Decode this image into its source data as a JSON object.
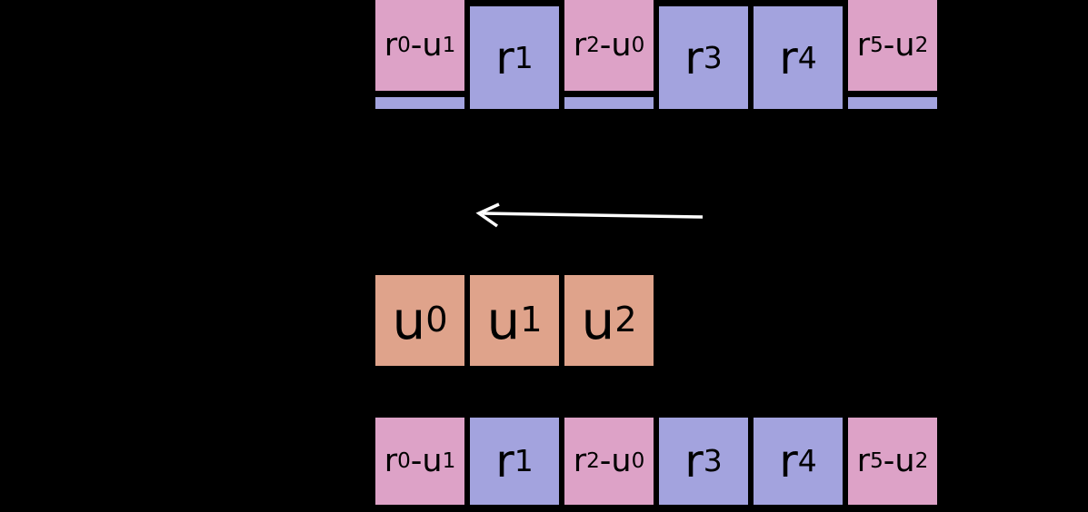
{
  "colors": {
    "background": "#000000",
    "pink": "#dda2c7",
    "purple": "#a3a3de",
    "salmon": "#dfa38b",
    "text": "#000000",
    "arrow": "#ffffff"
  },
  "top_row": {
    "cells": [
      {
        "type": "pink",
        "p1": "r",
        "s1": "0",
        "p2": "-u",
        "s2": "1",
        "underlay": true
      },
      {
        "type": "purple",
        "p1": "r",
        "s1": "1",
        "p2": "",
        "s2": "",
        "underlay": false
      },
      {
        "type": "pink",
        "p1": "r",
        "s1": "2",
        "p2": "-u",
        "s2": "0",
        "underlay": true
      },
      {
        "type": "purple",
        "p1": "r",
        "s1": "3",
        "p2": "",
        "s2": "",
        "underlay": false
      },
      {
        "type": "purple",
        "p1": "r",
        "s1": "4",
        "p2": "",
        "s2": "",
        "underlay": false
      },
      {
        "type": "pink",
        "p1": "r",
        "s1": "5",
        "p2": "-u",
        "s2": "2",
        "underlay": true
      }
    ]
  },
  "middle_row": {
    "cells": [
      {
        "type": "salmon",
        "p1": "u",
        "s1": "0"
      },
      {
        "type": "salmon",
        "p1": "u",
        "s1": "1"
      },
      {
        "type": "salmon",
        "p1": "u",
        "s1": "2"
      }
    ]
  },
  "bottom_row": {
    "cells": [
      {
        "type": "pink",
        "p1": "r",
        "s1": "0",
        "p2": "-u",
        "s2": "1"
      },
      {
        "type": "purple",
        "p1": "r",
        "s1": "1",
        "p2": "",
        "s2": ""
      },
      {
        "type": "pink",
        "p1": "r",
        "s1": "2",
        "p2": "-u",
        "s2": "0"
      },
      {
        "type": "purple",
        "p1": "r",
        "s1": "3",
        "p2": "",
        "s2": ""
      },
      {
        "type": "purple",
        "p1": "r",
        "s1": "4",
        "p2": "",
        "s2": ""
      },
      {
        "type": "pink",
        "p1": "r",
        "s1": "5",
        "p2": "-u",
        "s2": "2"
      }
    ]
  },
  "arrow": {
    "icon": "left-arrow",
    "direction": "left"
  }
}
